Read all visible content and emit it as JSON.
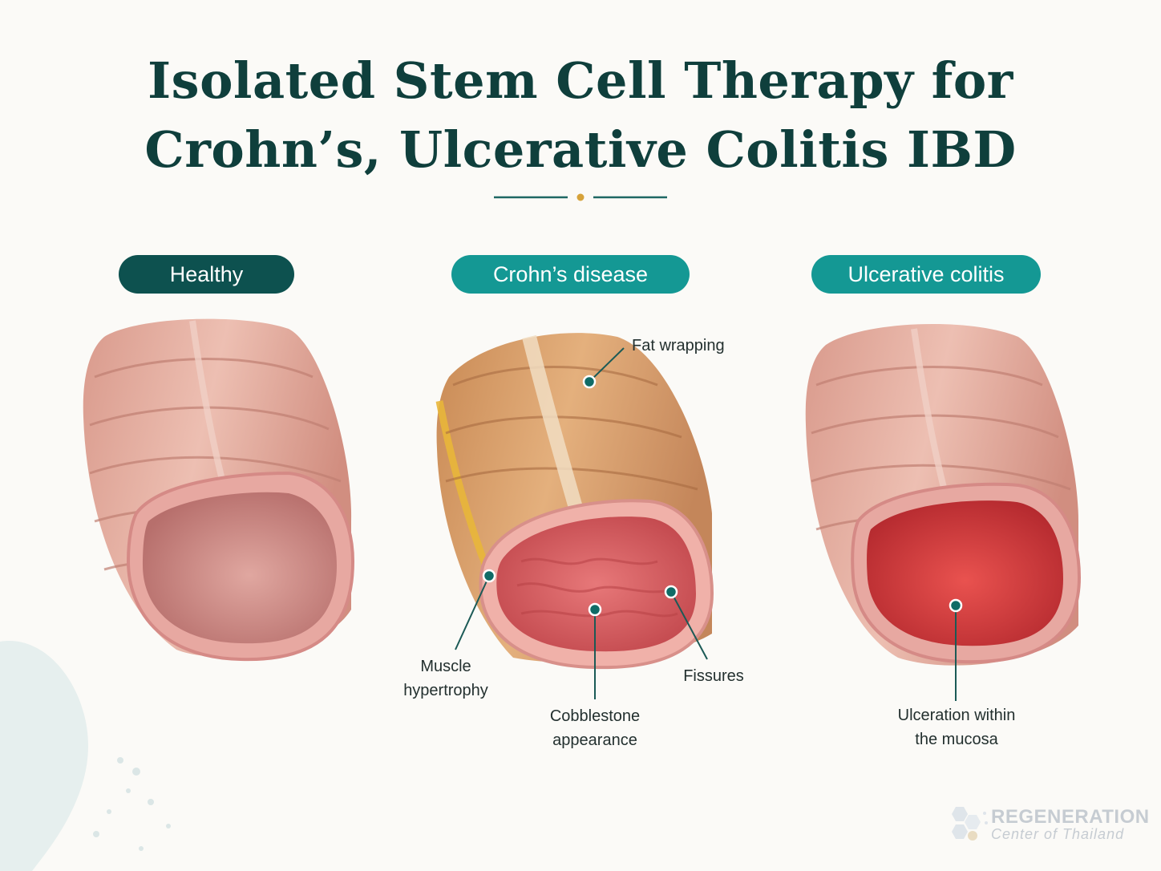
{
  "title": {
    "line1": "Isolated Stem Cell Therapy for",
    "line2": "Crohn’s, Ulcerative Colitis IBD"
  },
  "panels": {
    "healthy": {
      "label": "Healthy"
    },
    "crohns": {
      "label": "Crohn’s disease",
      "annotations": {
        "fat_wrapping": "Fat wrapping",
        "muscle_l1": "Muscle",
        "muscle_l2": "hypertrophy",
        "cobble_l1": "Cobblestone",
        "cobble_l2": "appearance",
        "fissures": "Fissures"
      }
    },
    "uc": {
      "label": "Ulcerative colitis",
      "annotations": {
        "ulcer_l1": "Ulceration within",
        "ulcer_l2": "the mucosa"
      }
    }
  },
  "logo": {
    "name": "REGENERATION",
    "subtitle": "Center of Thailand"
  },
  "colors": {
    "title": "#0f3f3c",
    "pill_dark": "#0d514f",
    "pill_teal": "#149894",
    "accent_gold": "#d6a23a",
    "marker": "#0f6b66"
  }
}
